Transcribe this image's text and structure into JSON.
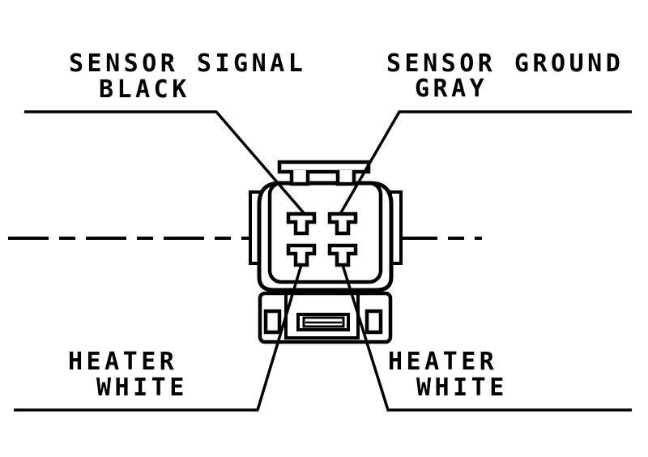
{
  "diagram": {
    "type": "connector-pinout-wiring-diagram",
    "colors": {
      "ink": "#000000",
      "background": "#ffffff"
    },
    "labels": {
      "sensor_signal": {
        "line1": "SENSOR SIGNAL",
        "line2": "BLACK"
      },
      "sensor_ground": {
        "line1": "SENSOR GROUND",
        "line2": "GRAY"
      },
      "heater_left": {
        "line1": "HEATER",
        "line2": "WHITE"
      },
      "heater_right": {
        "line1": "HEATER",
        "line2": "WHITE"
      }
    },
    "pins": {
      "count": "4",
      "top_left": "SENSOR SIGNAL BLACK",
      "top_right": "SENSOR GROUND GRAY",
      "bottom_left": "HEATER WHITE",
      "bottom_right": "HEATER WHITE"
    }
  }
}
